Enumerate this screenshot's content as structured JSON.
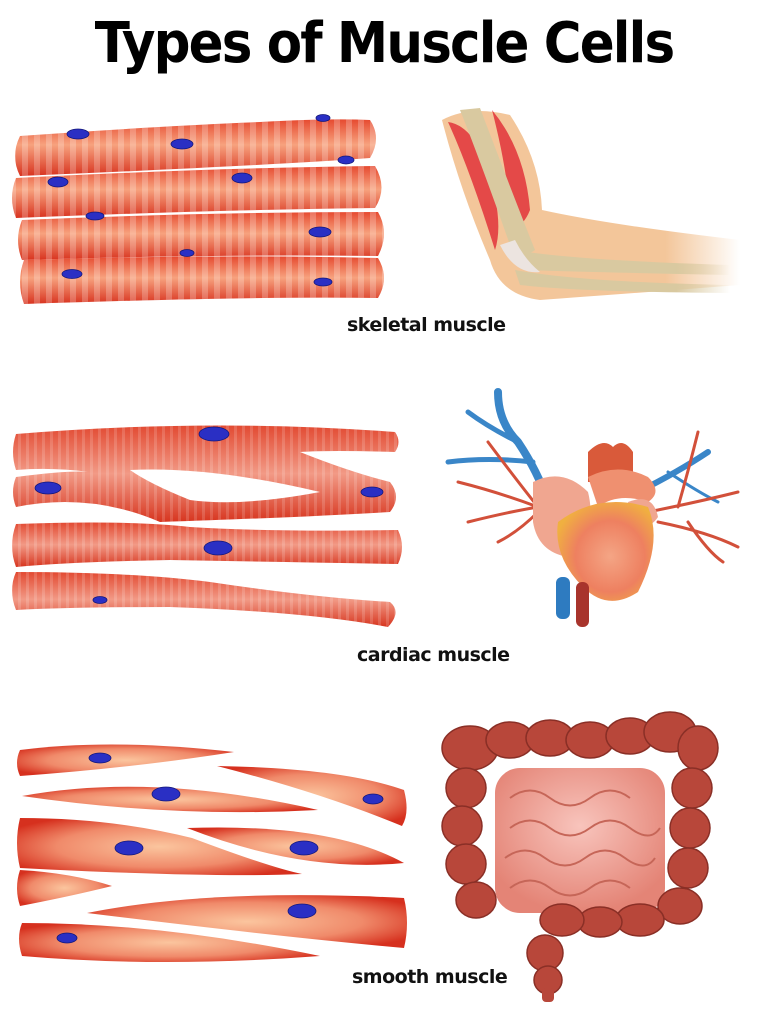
{
  "title": "Types of Muscle Cells",
  "sections": [
    {
      "id": "skeletal",
      "label": "skeletal muscle",
      "cell_illustration": "striated-cylindrical-fibers",
      "organ_illustration": "arm-elbow-muscle"
    },
    {
      "id": "cardiac",
      "label": "cardiac muscle",
      "cell_illustration": "branched-striated-fibers",
      "organ_illustration": "heart"
    },
    {
      "id": "smooth",
      "label": "smooth muscle",
      "cell_illustration": "spindle-shaped-cells",
      "organ_illustration": "intestines"
    }
  ],
  "colors": {
    "muscle_red": "#e0452e",
    "muscle_light": "#f7a27e",
    "nucleus_blue": "#2a2fc4",
    "bone": "#d9c9a0",
    "vein_blue": "#3a86c8",
    "artery_red": "#c8402c",
    "intestine_dark": "#b2453a",
    "intestine_light": "#f2a8a0"
  }
}
